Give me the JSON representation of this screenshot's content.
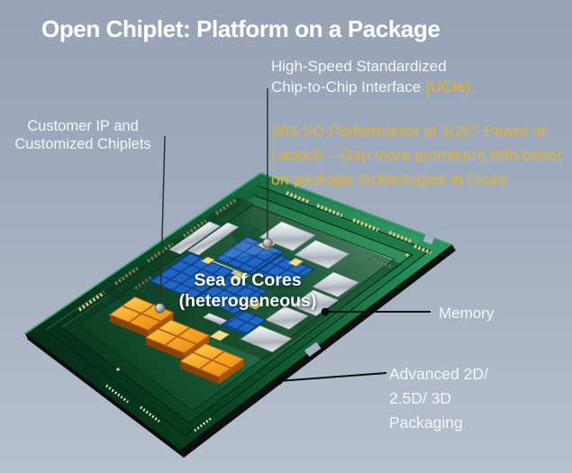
{
  "slide": {
    "title": "Open Chiplet: Platform on a Package",
    "callouts": {
      "interface": {
        "line1": "High-Speed Standardized",
        "line2": "Chip-to-Chip Interface ",
        "highlight": "(UCIe)"
      },
      "performance": {
        "line1a": "20X I/O Performance at 1/20",
        "line1sup": "th",
        "line1b": " Power at",
        "line2": "Launch – Gap more prominent with better",
        "line3": "on-package technologies in future"
      },
      "customer": {
        "line1": "Customer IP and",
        "line2": "Customized Chiplets"
      },
      "sea": {
        "line1": "Sea of Cores",
        "line2": "(heterogeneous)"
      },
      "memory": "Memory",
      "packaging": {
        "line1": "Advanced 2D/",
        "line2": "2.5D/ 3D",
        "line3": "Packaging"
      }
    },
    "colors": {
      "background_top": "#97a2b5",
      "background_bottom": "#b7c0cd",
      "text": "#f4f6f8",
      "accent_gold": "#f2b310",
      "accent_yellow": "#dcb23a",
      "pcb_green": "#14663c",
      "die_blue": "#2266c4",
      "die_silver": "#d7dde2",
      "die_orange": "#f0921e"
    }
  }
}
